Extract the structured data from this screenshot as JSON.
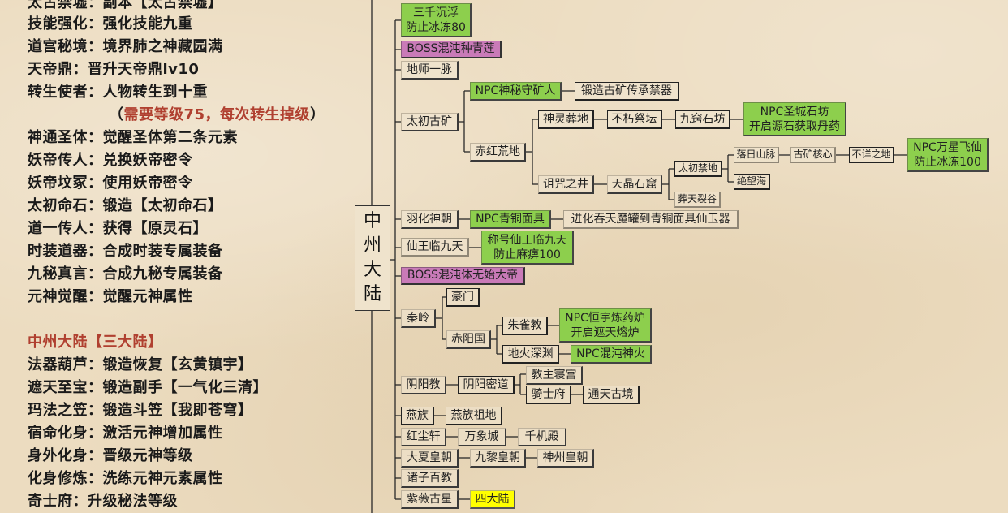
{
  "left_panel": {
    "lines": [
      {
        "key": "太古禁墟：",
        "value": "副本【太古禁墟】"
      },
      {
        "key": "技能强化：",
        "value": "强化技能九重"
      },
      {
        "key": "道宫秘境：",
        "value": "境界肺之神藏园满"
      },
      {
        "key": "天帝鼎：",
        "value": "晋升天帝鼎lv10"
      },
      {
        "key": "转生使者：",
        "value": "人物转生到十重"
      },
      {
        "key": "",
        "value": "",
        "note_open": "（",
        "note": "需要等级75，每次转生掉级",
        "note_close": "）"
      },
      {
        "key": "神通圣体：",
        "value": "觉醒圣体第二条元素"
      },
      {
        "key": "妖帝传人：",
        "value": "兑换妖帝密令"
      },
      {
        "key": "妖帝坟冢：",
        "value": "使用妖帝密令"
      },
      {
        "key": "太初命石：",
        "value": "锻造【太初命石】"
      },
      {
        "key": "道一传人：",
        "value": "获得【原灵石】"
      },
      {
        "key": "时装道器：",
        "value": "合成时装专属装备"
      },
      {
        "key": "九秘真言：",
        "value": "合成九秘专属装备"
      },
      {
        "key": "元神觉醒：",
        "value": "觉醒元神属性"
      }
    ],
    "section_title": "中州大陆【三大陆】",
    "section_lines": [
      {
        "key": "法器葫芦：",
        "value": "锻造恢复【玄黄镇宇】"
      },
      {
        "key": "遮天至宝：",
        "value": "锻造副手【一气化三清】"
      },
      {
        "key": "玛法之笠：",
        "value": "锻造斗笠【我即苍穹】"
      },
      {
        "key": "宿命化身：",
        "value": "激活元神增加属性"
      },
      {
        "key": "身外化身：",
        "value": "晋级元神等级"
      },
      {
        "key": "化身修炼：",
        "value": "洗练元神元素属性"
      },
      {
        "key": "奇士府：",
        "value": "升级秘法等级"
      }
    ]
  },
  "mindmap": {
    "center": [
      "中",
      "州",
      "大",
      "陆"
    ],
    "nodes": {
      "sanqian": [
        "三千沉浮",
        "防止冰冻80"
      ],
      "boss_qinglian": "BOSS混沌种青莲",
      "dishi": "地师一脉",
      "taichu_gukuang": "太初古矿",
      "npc_shenmi": "NPC神秘守矿人",
      "duanzao_gukuang": "锻造古矿传承禁器",
      "chihong": "赤红荒地",
      "shenling": "神灵葬地",
      "buxiu": "不朽祭坛",
      "jiuqiao": "九窍石坊",
      "npc_shengcheng": [
        "NPC圣城石坊",
        "开启源石获取丹药"
      ],
      "zuzhou": "诅咒之井",
      "tianjing": "天晶石窟",
      "taichu_jindi": "太初禁地",
      "luori": "落日山脉",
      "gukuang_hexin": "古矿核心",
      "buxiang": "不详之地",
      "npc_wanxing": [
        "NPC万星飞仙",
        "防止冰冻100"
      ],
      "juewang": "绝望海",
      "zangtian": "葬天裂谷",
      "yuhua": "羽化神朝",
      "npc_qingtong": "NPC青铜面具",
      "jinhua": "进化吞天魔罐到青铜面具仙玉器",
      "xianwang": "仙王临九天",
      "title_xianwang": [
        "称号仙王临九天",
        "防止麻痹100"
      ],
      "boss_wushi": "BOSS混沌体无始大帝",
      "qinling": "秦岭",
      "haomen": "豪门",
      "chiyang": "赤阳国",
      "zhuque": "朱雀教",
      "npc_hengyu": [
        "NPC恒宇炼药炉",
        "开启遮天熔炉"
      ],
      "dihuo": "地火深渊",
      "npc_hundun": "NPC混沌神火",
      "yinyang_jiao": "阴阳教",
      "yinyang_midao": "阴阳密道",
      "jiaozhu": "教主寝宫",
      "qishi": "骑士府",
      "tongtian": "通天古境",
      "yanzu": "燕族",
      "yanzu_zudi": "燕族祖地",
      "hongchen": "红尘轩",
      "wanxiang": "万象城",
      "qianji": "千机殿",
      "daxia": "大夏皇朝",
      "jiuli": "九黎皇朝",
      "shenzhou": "神州皇朝",
      "zhuzi": "诸子百教",
      "ziwei": "紫薇古星",
      "sidalu": "四大陆"
    }
  }
}
